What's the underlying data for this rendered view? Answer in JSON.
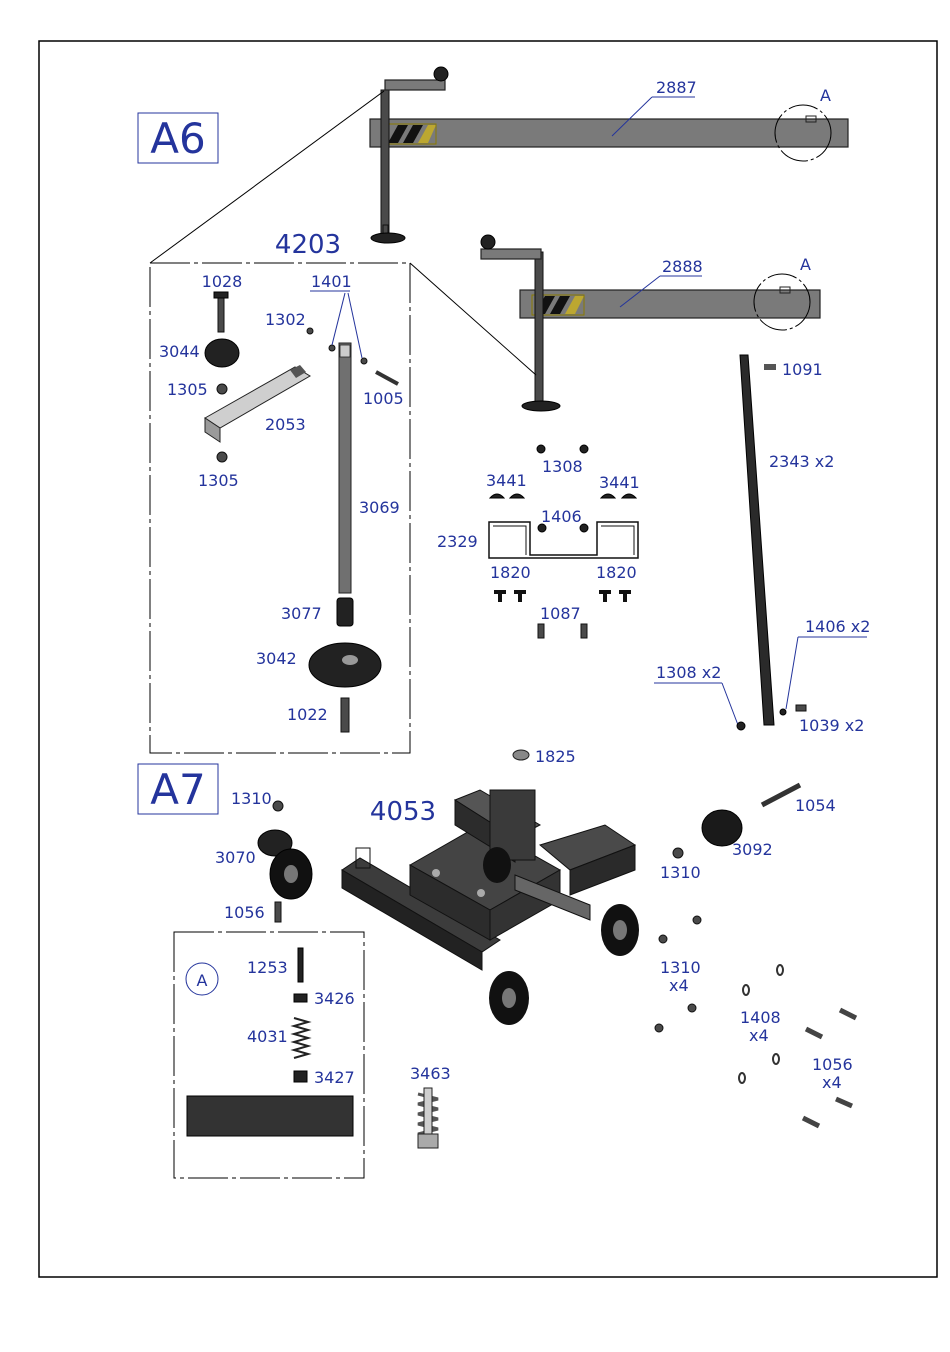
{
  "sections": {
    "a6": "A6",
    "a7": "A7",
    "detail_a": "A"
  },
  "assemblies": {
    "a6_detail": "4203",
    "a7_base": "4053"
  },
  "beams": {
    "upper": "2887",
    "lower": "2888",
    "upper_detail_ref": "A",
    "lower_detail_ref": "A"
  },
  "labels": {
    "p1028": "1028",
    "p1401": "1401",
    "p1302": "1302",
    "p3044": "3044",
    "p1305a": "1305",
    "p1005": "1005",
    "p2053": "2053",
    "p1305b": "1305",
    "p3069": "3069",
    "p3077": "3077",
    "p3042": "3042",
    "p1022": "1022",
    "p1308": "1308",
    "p3441a": "3441",
    "p3441b": "3441",
    "p1406": "1406",
    "p2329": "2329",
    "p1820a": "1820",
    "p1820b": "1820",
    "p1087": "1087",
    "p1091": "1091",
    "p2343": "2343 x2",
    "p1406x2": "1406 x2",
    "p1308x2": "1308 x2",
    "p1039x2": "1039 x2",
    "p1825": "1825",
    "p1310a": "1310",
    "p3070": "3070",
    "p1056a": "1056",
    "p1054": "1054",
    "p3092": "3092",
    "p1310b": "1310",
    "p1310c": "1310",
    "p1310c_qty": "x4",
    "p1408": "1408",
    "p1408_qty": "x4",
    "p1056b": "1056",
    "p1056b_qty": "x4",
    "p1253": "1253",
    "p3426": "3426",
    "p4031": "4031",
    "p3427": "3427",
    "p3463": "3463"
  }
}
